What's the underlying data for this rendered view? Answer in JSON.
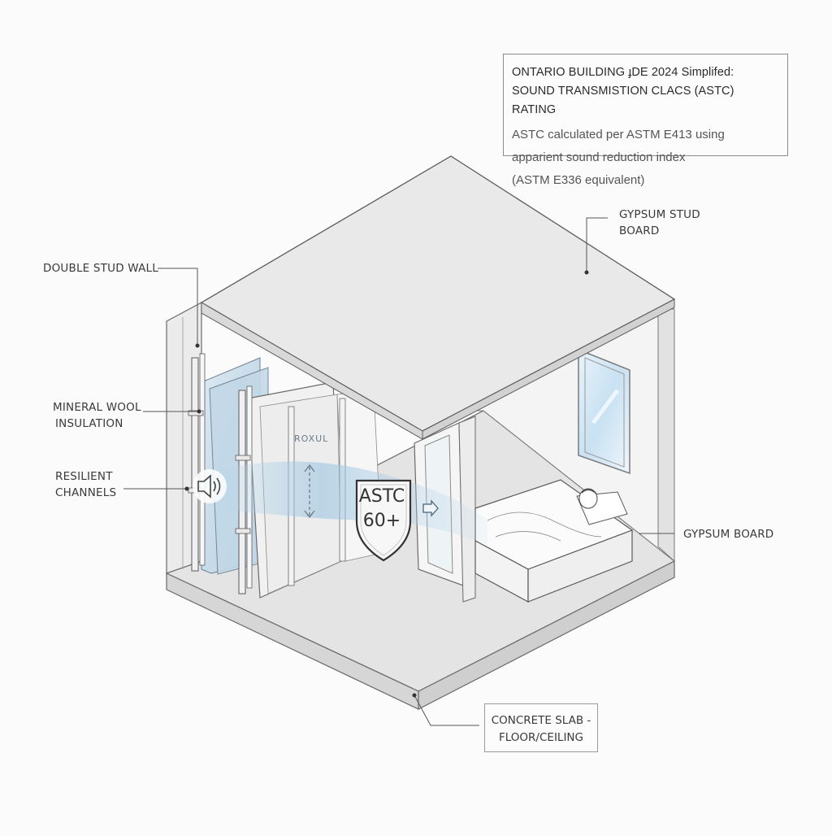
{
  "title_box": {
    "line1": "ONTARIO BUILDING ɟDE 2024 Simplifed:",
    "line2": "SOUND TRANSMISTION CLACS (ASTC) RATING",
    "sub1": "ASTC calculated per ASTM E413 using",
    "sub2": "apparient sound reduction index",
    "sub3": "(ASTM E336 equivalent)"
  },
  "callouts": {
    "double_stud_wall": "DOUBLE STUD WALL",
    "mineral_wool_1": "MINERAL WOOL",
    "mineral_wool_2": "INSULATION",
    "resilient_1": "RESILIENT",
    "resilient_2": "CHANNELS",
    "gypsum_stud_1": "GYPSUM STUD",
    "gypsum_stud_2": "BOARD",
    "gypsum_board": "GYPSUM BOARD",
    "concrete_1": "CONCRETE SLAB -",
    "concrete_2": "FLOOR/CEILING"
  },
  "badge": {
    "line1": "ASTC",
    "line2": "60+"
  },
  "brand_label": "ROXUL",
  "icons": [
    "speaker-icon",
    "shield-icon",
    "arrow-right-icon",
    "double-arrow-icon"
  ],
  "colors": {
    "line": "#4a4a4a",
    "slab": "#e6e6e6",
    "insulation_blue": "#cfe0ec",
    "sound_wave": "#a9cde6"
  }
}
